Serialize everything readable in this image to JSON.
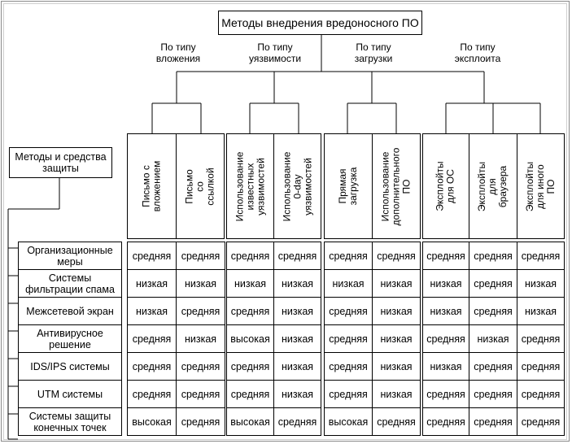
{
  "title": "Методы внедрения вредоносного ПО",
  "protection_header": "Методы и средства защиты",
  "groups": [
    {
      "label": "По типу вложения",
      "columns": [
        "Письмо с вложением",
        "Письмо со ссылкой"
      ]
    },
    {
      "label": "По типу уязвимости",
      "columns": [
        "Использование известных уязвимостей",
        "Использование 0-day уязвимостей"
      ]
    },
    {
      "label": "По типу загрузки",
      "columns": [
        "Прямая загрузка",
        "Использование дополнительного ПО"
      ]
    },
    {
      "label": "По типу эксплоита",
      "columns": [
        "Эксплойты для ОС",
        "Эксплойты для браузера",
        "Эксплойты для иного ПО"
      ]
    }
  ],
  "rows": [
    {
      "label": "Организационные меры",
      "values": [
        "средняя",
        "средняя",
        "средняя",
        "средняя",
        "средняя",
        "средняя",
        "средняя",
        "средняя",
        "средняя"
      ]
    },
    {
      "label": "Системы фильтрации спама",
      "values": [
        "низкая",
        "низкая",
        "низкая",
        "низкая",
        "низкая",
        "низкая",
        "низкая",
        "средняя",
        "низкая"
      ]
    },
    {
      "label": "Межсетевой экран",
      "values": [
        "низкая",
        "средняя",
        "средняя",
        "низкая",
        "средняя",
        "низкая",
        "низкая",
        "средняя",
        "низкая"
      ]
    },
    {
      "label": "Антивирусное решение",
      "values": [
        "средняя",
        "низкая",
        "высокая",
        "низкая",
        "средняя",
        "низкая",
        "средняя",
        "низкая",
        "средняя"
      ]
    },
    {
      "label": "IDS/IPS системы",
      "values": [
        "средняя",
        "средняя",
        "средняя",
        "низкая",
        "средняя",
        "низкая",
        "низкая",
        "средняя",
        "средняя"
      ]
    },
    {
      "label": "UTM системы",
      "values": [
        "средняя",
        "средняя",
        "средняя",
        "низкая",
        "средняя",
        "низкая",
        "средняя",
        "средняя",
        "средняя"
      ]
    },
    {
      "label": "Системы защиты конечных точек",
      "values": [
        "высокая",
        "средняя",
        "высокая",
        "средняя",
        "высокая",
        "средняя",
        "средняя",
        "средняя",
        "средняя"
      ]
    }
  ]
}
